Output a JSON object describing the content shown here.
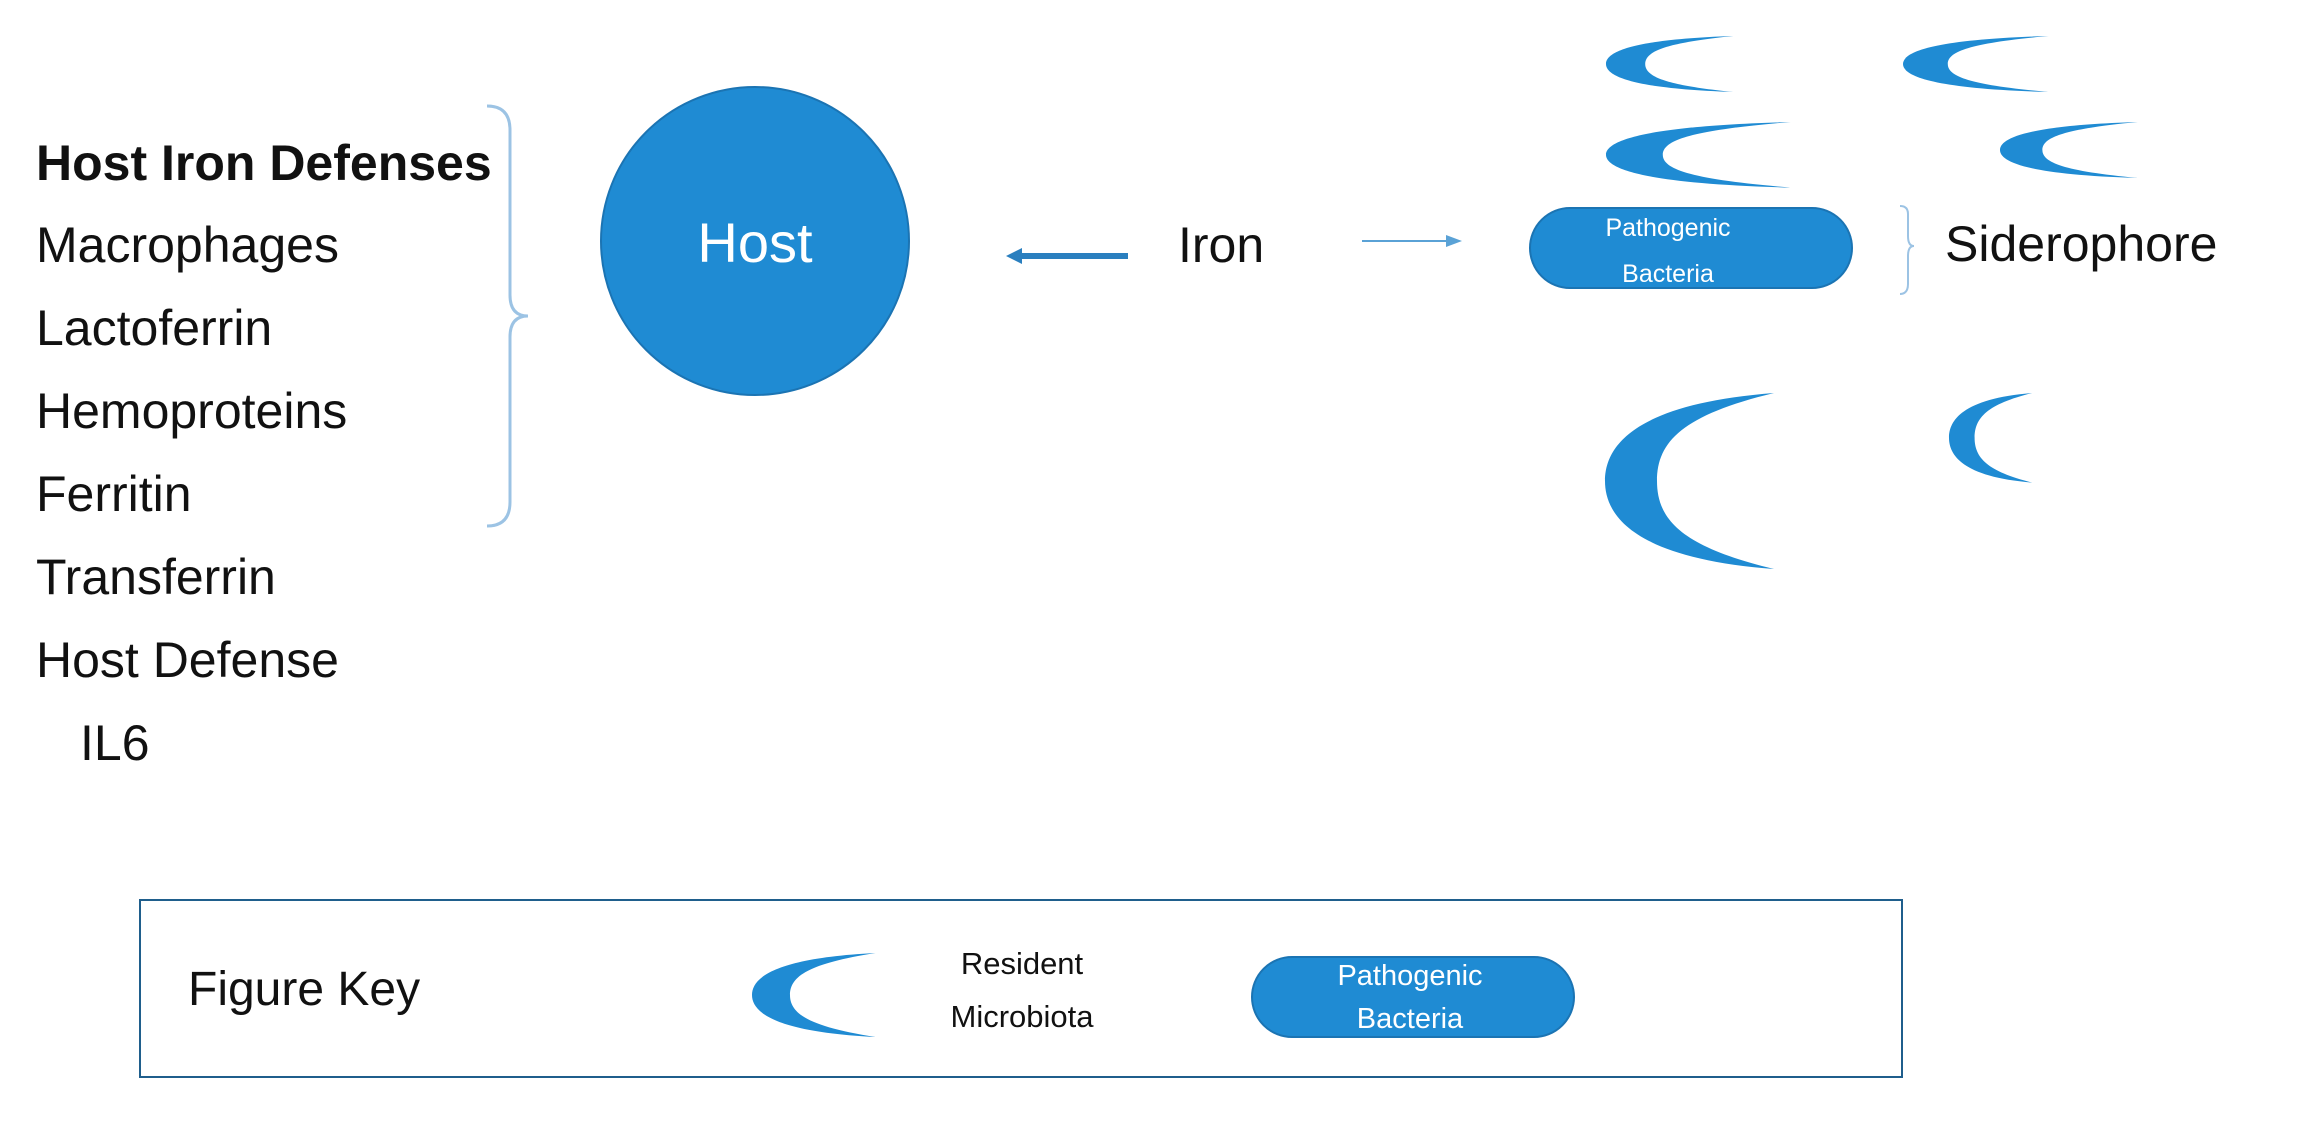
{
  "defenses": {
    "title": "Host Iron Defenses",
    "items": [
      "Macrophages",
      "Lactoferrin",
      "Hemoproteins",
      "Ferritin",
      "Transferrin",
      "Host Defense"
    ],
    "sub_item": "IL6"
  },
  "host": {
    "label": "Host"
  },
  "iron": {
    "label": "Iron"
  },
  "pathogen": {
    "line1": "Pathogenic",
    "line2": "Bacteria"
  },
  "siderophore": {
    "label": "Siderophore"
  },
  "key": {
    "title": "Figure Key",
    "resident_line1": "Resident",
    "resident_line2": "Microbiota",
    "pathogen_line1": "Pathogenic",
    "pathogen_line2": "Bacteria"
  },
  "colors": {
    "fill": "#1f8bd3",
    "stroke": "#1b74b3",
    "bracket": "#9cc3e4",
    "key_border": "#1f5e8c"
  }
}
